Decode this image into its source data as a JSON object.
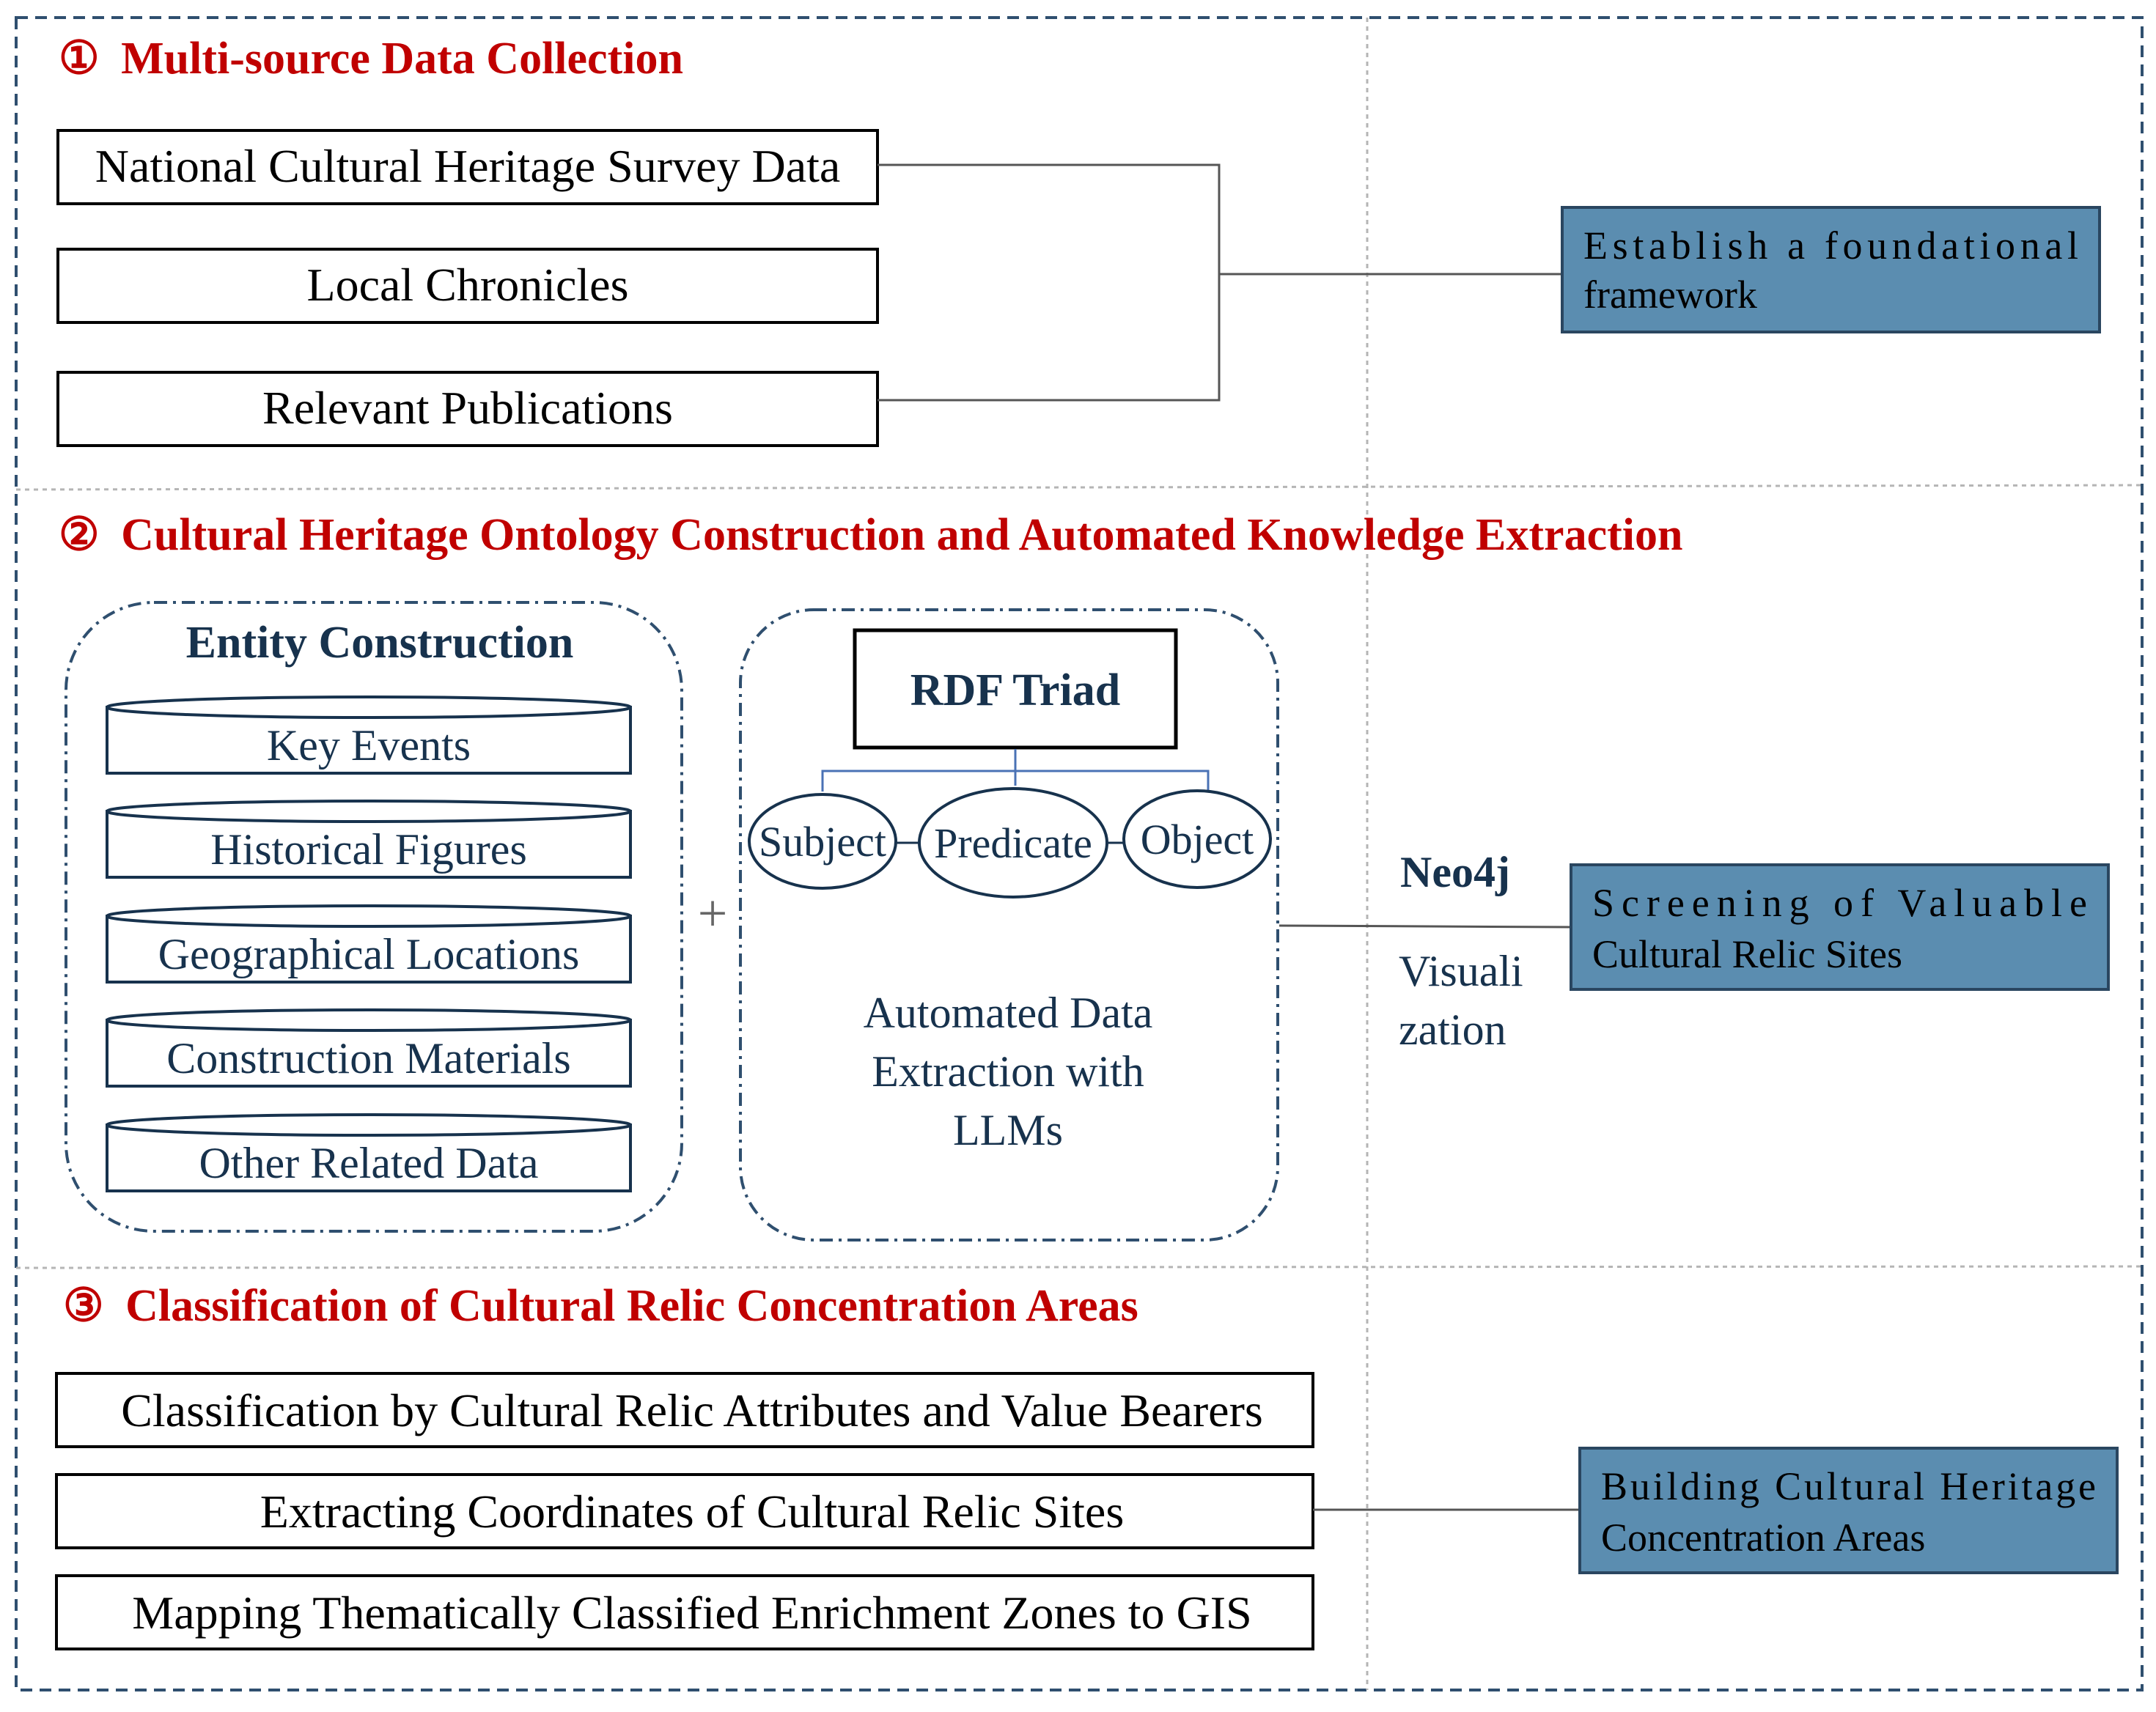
{
  "sections": [
    {
      "number": "①",
      "title": "Multi-source Data Collection"
    },
    {
      "number": "②",
      "title": "Cultural Heritage Ontology Construction and Automated Knowledge Extraction"
    },
    {
      "number": "③",
      "title": "Classification of Cultural Relic Concentration Areas"
    }
  ],
  "section1": {
    "sources": [
      "National Cultural Heritage Survey Data",
      "Local Chronicles",
      "Relevant Publications"
    ],
    "outcome": [
      "Establish  a  foundational",
      "framework"
    ]
  },
  "section2": {
    "entity_title": "Entity Construction",
    "entities": [
      "Key Events",
      "Historical Figures",
      "Geographical Locations",
      "Construction Materials",
      "Other Related Data"
    ],
    "plus": "+",
    "rdf_title": "RDF Triad",
    "triad": [
      "Subject",
      "Predicate",
      "Object"
    ],
    "extraction": [
      "Automated Data",
      "Extraction with",
      "LLMs"
    ],
    "neo4j": "Neo4j",
    "visualization": [
      "Visuali",
      "zation"
    ],
    "outcome": [
      "Screening  of  Valuable",
      "Cultural Relic Sites"
    ]
  },
  "section3": {
    "steps": [
      "Classification by Cultural Relic Attributes and Value Bearers",
      "Extracting Coordinates of Cultural Relic Sites",
      "Mapping Thematically Classified Enrichment Zones to GIS"
    ],
    "outcome": [
      "Building  Cultural  Heritage",
      "Concentration Areas"
    ]
  },
  "colors": {
    "section_title": "#c00000",
    "outcome_fill": "#5b8db0",
    "dark_text": "#17324d",
    "connector": "#4a72b5",
    "frame": "#2f4f6f"
  }
}
